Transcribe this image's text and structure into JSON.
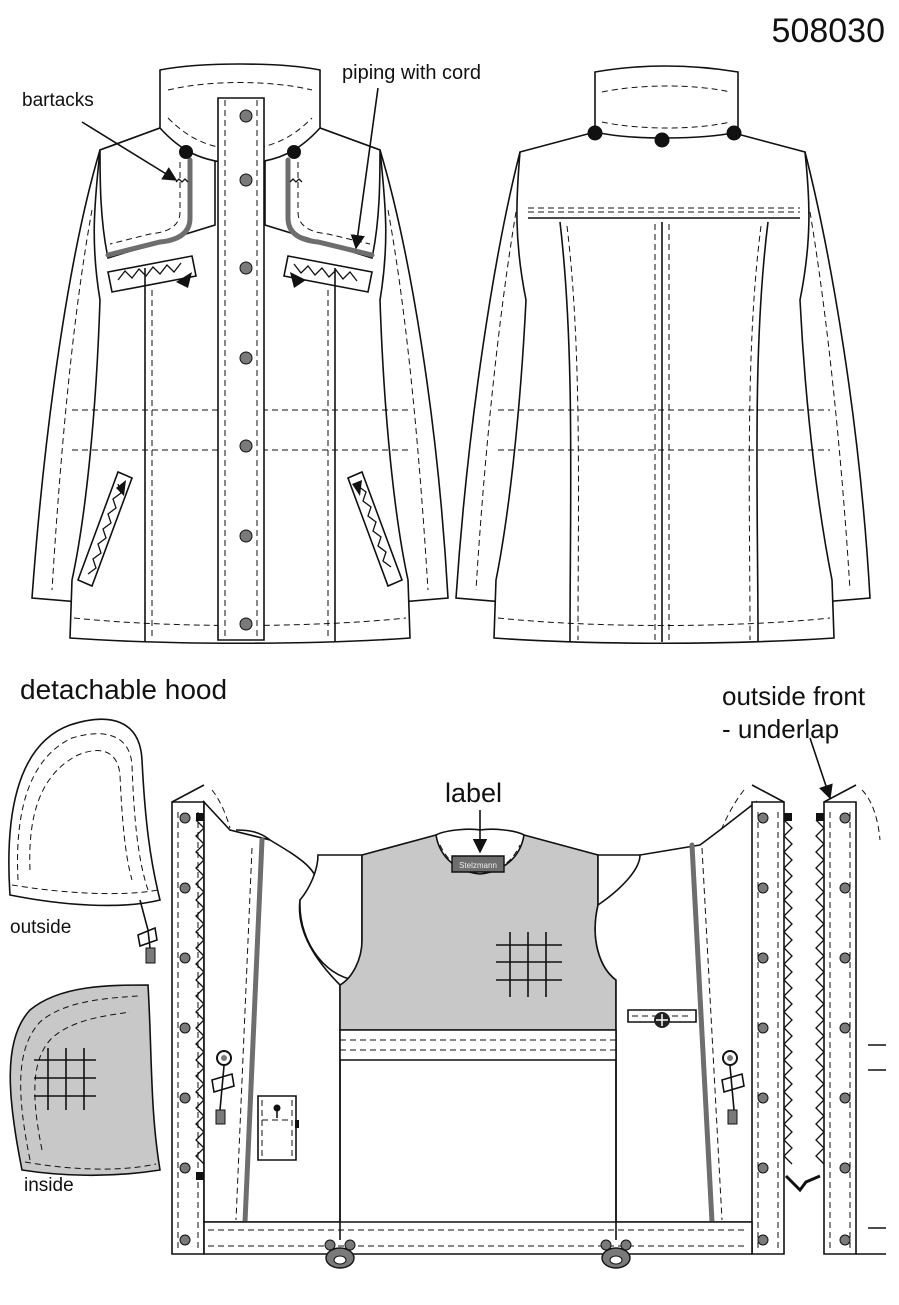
{
  "model_number": "508030",
  "labels": {
    "bartacks": "bartacks",
    "piping": "piping with cord",
    "detachable_hood": "detachable hood",
    "outside_front": [
      "outside front",
      "- underlap"
    ],
    "label": "label",
    "outside": "outside",
    "inside": "inside",
    "brand_tag": "Stelzmann"
  },
  "colors": {
    "line": "#111111",
    "lining_gray": "#c8c8c8",
    "piping_gray": "#6e6e6e",
    "snap_gray": "#7a7a7a"
  }
}
